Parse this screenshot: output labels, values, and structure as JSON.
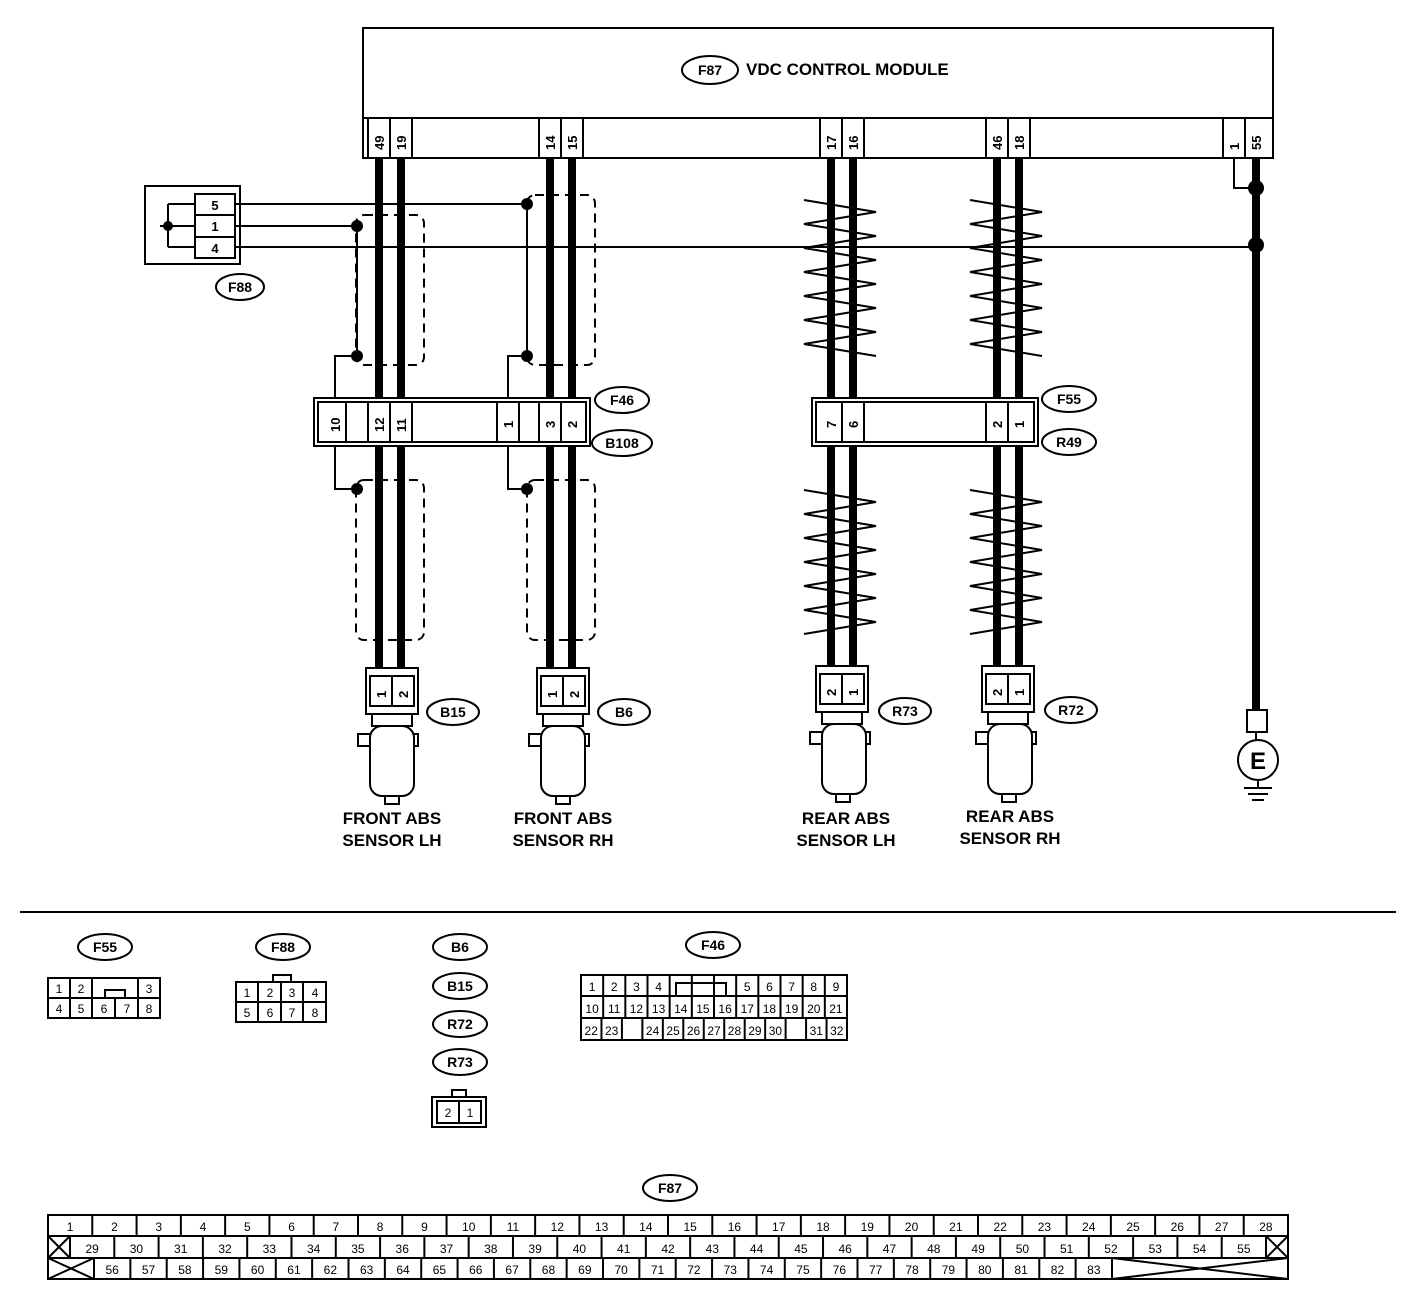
{
  "module": {
    "badge": "F87",
    "title": "VDC CONTROL MODULE",
    "pins": [
      "49",
      "19",
      "14",
      "15",
      "17",
      "16",
      "46",
      "18",
      "1",
      "55"
    ]
  },
  "f88": {
    "badge": "F88",
    "pins": [
      "5",
      "1",
      "4"
    ]
  },
  "joint": {
    "badges": [
      "F46",
      "B108",
      "F55",
      "R49"
    ],
    "left_pins": [
      "10",
      "12",
      "11",
      "1",
      "3",
      "2"
    ],
    "right_pins": [
      "7",
      "6",
      "2",
      "1"
    ]
  },
  "sensors": [
    {
      "badge": "B15",
      "pins": [
        "1",
        "2"
      ],
      "label1": "FRONT ABS",
      "label2": "SENSOR LH"
    },
    {
      "badge": "B6",
      "pins": [
        "1",
        "2"
      ],
      "label1": "FRONT ABS",
      "label2": "SENSOR RH"
    },
    {
      "badge": "R73",
      "pins": [
        "2",
        "1"
      ],
      "label1": "REAR ABS",
      "label2": "SENSOR LH"
    },
    {
      "badge": "R72",
      "pins": [
        "2",
        "1"
      ],
      "label1": "REAR ABS",
      "label2": "SENSOR RH"
    }
  ],
  "ground": {
    "symbol": "E"
  },
  "connectors": {
    "f55": {
      "badge": "F55",
      "row1": [
        "1",
        "2",
        "",
        "",
        "3"
      ],
      "row2": [
        "4",
        "5",
        "6",
        "7",
        "8"
      ]
    },
    "f88": {
      "badge": "F88",
      "row1": [
        "1",
        "2",
        "3",
        "4"
      ],
      "row2": [
        "5",
        "6",
        "7",
        "8"
      ]
    },
    "two_pin": {
      "badges": [
        "B6",
        "B15",
        "R72",
        "R73"
      ],
      "cells": [
        "2",
        "1"
      ]
    },
    "f46": {
      "badge": "F46",
      "row1": [
        "1",
        "2",
        "3",
        "4",
        "",
        "",
        "",
        "5",
        "6",
        "7",
        "8",
        "9"
      ],
      "row2": [
        "10",
        "11",
        "12",
        "13",
        "14",
        "15",
        "16",
        "17",
        "18",
        "19",
        "20",
        "21"
      ],
      "row3": [
        "22",
        "23",
        "",
        "24",
        "25",
        "26",
        "27",
        "28",
        "29",
        "30",
        "",
        "31",
        "32"
      ]
    },
    "f87": {
      "badge": "F87",
      "row1": [
        "1",
        "2",
        "3",
        "4",
        "5",
        "6",
        "7",
        "8",
        "9",
        "10",
        "11",
        "12",
        "13",
        "14",
        "15",
        "16",
        "17",
        "18",
        "19",
        "20",
        "21",
        "22",
        "23",
        "24",
        "25",
        "26",
        "27",
        "28"
      ],
      "row2": [
        "29",
        "30",
        "31",
        "32",
        "33",
        "34",
        "35",
        "36",
        "37",
        "38",
        "39",
        "40",
        "41",
        "42",
        "43",
        "44",
        "45",
        "46",
        "47",
        "48",
        "49",
        "50",
        "51",
        "52",
        "53",
        "54",
        "55"
      ],
      "row3": [
        "56",
        "57",
        "58",
        "59",
        "60",
        "61",
        "62",
        "63",
        "64",
        "65",
        "66",
        "67",
        "68",
        "69",
        "70",
        "71",
        "72",
        "73",
        "74",
        "75",
        "76",
        "77",
        "78",
        "79",
        "80",
        "81",
        "82",
        "83"
      ]
    }
  }
}
